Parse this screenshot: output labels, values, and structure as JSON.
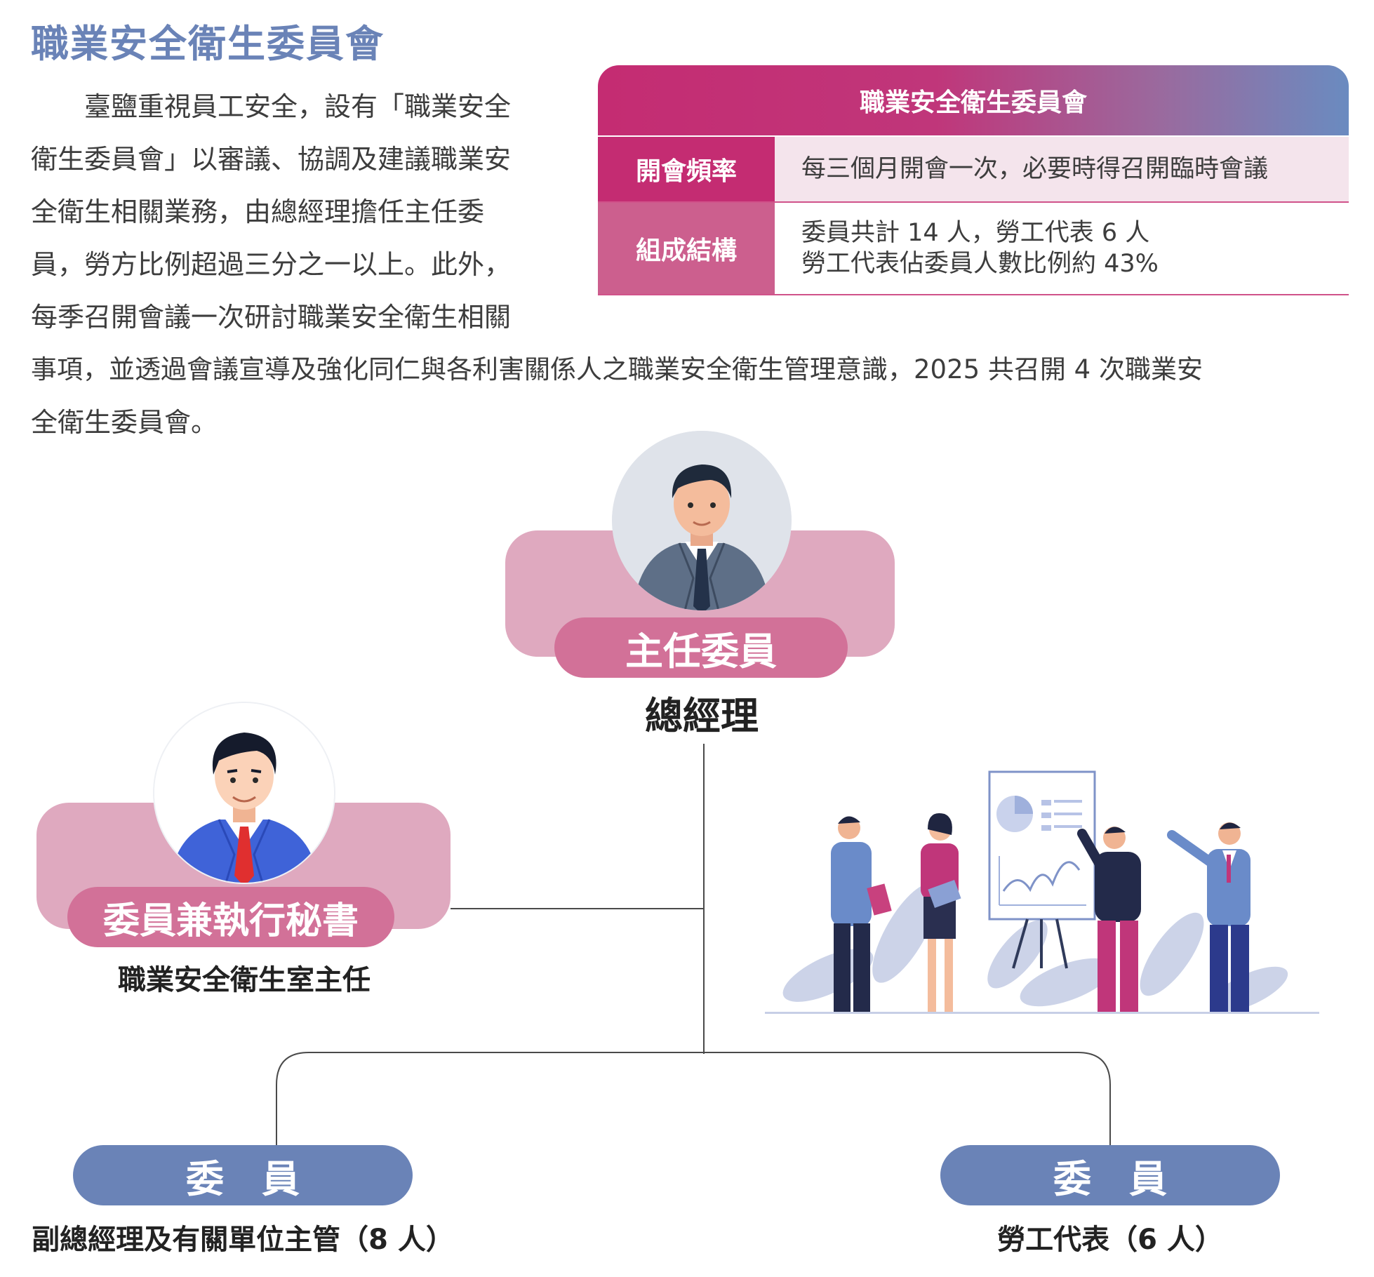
{
  "title": "職業安全衛生委員會",
  "intro_lines": [
    "　　臺鹽重視員工安全，設有「職業安全",
    "衛生委員會」以審議、協調及建議職業安",
    "全衛生相關業務，由總經理擔任主任委",
    "員，勞方比例超過三分之一以上。此外，",
    "每季召開會議一次研討職業安全衛生相關",
    "事項，並透過會議宣導及強化同仁與各利害關係人之職業安全衛生管理意識，2025 共召開 4 次職業安",
    "全衛生委員會。"
  ],
  "table": {
    "header": "職業安全衛生委員會",
    "rows": [
      {
        "label": "開會頻率",
        "values": [
          "每三個月開會一次，必要時得召開臨時會議"
        ]
      },
      {
        "label": "組成結構",
        "values": [
          "委員共計 14 人，勞工代表 6 人",
          "勞工代表佔委員人數比例約 43%"
        ]
      }
    ]
  },
  "org": {
    "chair": {
      "role": "主任委員",
      "name": "總經理"
    },
    "secretary": {
      "role": "委員兼執行秘書",
      "name": "職業安全衛生室主任"
    },
    "members_left": {
      "role": "委　員",
      "name": "副總經理及有關單位主管（8 人）"
    },
    "members_right": {
      "role": "委　員",
      "name": "勞工代表（6 人）"
    }
  },
  "colors": {
    "title_blue": "#6a83b7",
    "magenta": "#c42c72",
    "pink_box": "#dfa9bf",
    "pink_pill": "#d27198",
    "blue_pill": "#6a83b7"
  },
  "icons": [
    "chairman-avatar-icon",
    "secretary-avatar-icon",
    "team-meeting-illustration"
  ]
}
